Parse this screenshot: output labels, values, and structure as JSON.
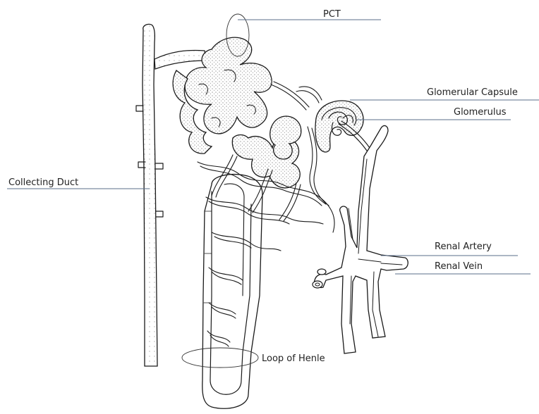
{
  "diagram": {
    "labels": {
      "pct": "PCT",
      "glomerular_capsule": "Glomerular Capsule",
      "glomerulus": "Glomerulus",
      "collecting_duct": "Collecting Duct",
      "renal_artery": "Renal Artery",
      "renal_vein": "Renal Vein",
      "loop_of_henle": "Loop of Henle"
    },
    "colors": {
      "leader_line": "#5a6e8a",
      "ink": "#1a1a1a",
      "text": "#222222"
    }
  }
}
